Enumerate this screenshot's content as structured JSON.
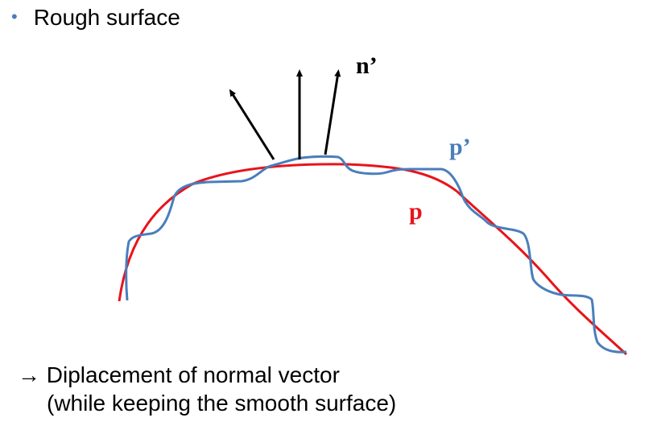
{
  "bullet": {
    "marker": "•",
    "text": "Rough surface"
  },
  "labels": {
    "n_prime": "n’",
    "p_prime": "p’",
    "p": "p"
  },
  "colors": {
    "smooth_curve": "#e8141b",
    "rough_curve": "#4a7ebb",
    "arrow": "#000000",
    "bullet_marker": "#4a7ebb"
  },
  "caption": {
    "arrow_symbol": "→",
    "line1": "Diplacement of normal vector",
    "line2": "(while keeping the smooth surface)"
  }
}
